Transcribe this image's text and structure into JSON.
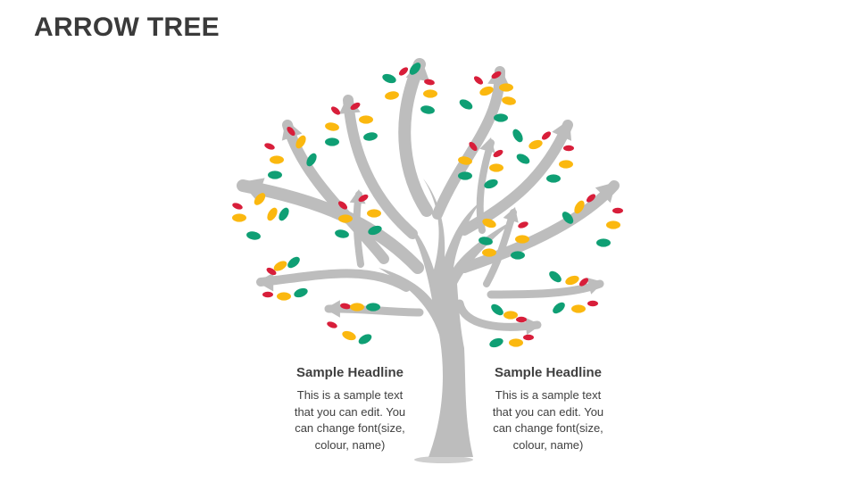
{
  "title": "ARROW TREE",
  "colors": {
    "trunk": "#bdbdbd",
    "shadow": "#cfcfcf",
    "leaf_red": "#d81e3a",
    "leaf_yellow": "#fbb80f",
    "leaf_green": "#0f9f74",
    "text": "#404040"
  },
  "blocks": [
    {
      "headline": "Sample Headline",
      "lines": [
        "This is a sample text",
        "that you can edit. You",
        "can change font(size,",
        "colour, name)"
      ]
    },
    {
      "headline": "Sample Headline",
      "lines": [
        "This is a sample text",
        "that you can edit. You",
        "can change font(size,",
        "colour, name)"
      ]
    }
  ]
}
